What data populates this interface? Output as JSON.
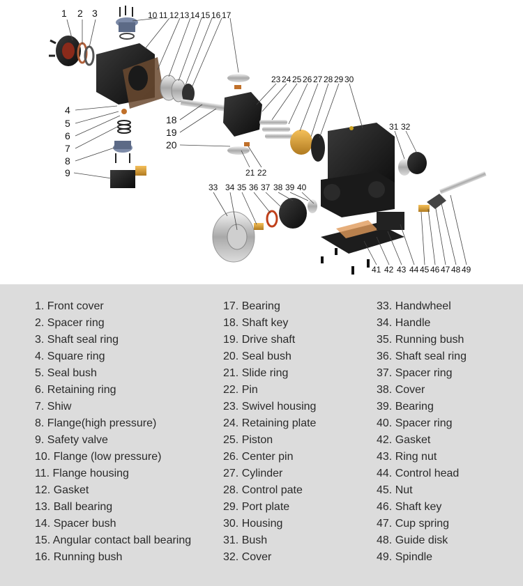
{
  "diagram": {
    "callouts": [
      "1",
      "2",
      "3",
      "4",
      "5",
      "6",
      "7",
      "8",
      "9",
      "10",
      "11",
      "12",
      "13",
      "14",
      "15",
      "16",
      "17",
      "18",
      "19",
      "20",
      "21",
      "22",
      "23",
      "24",
      "25",
      "26",
      "27",
      "28",
      "29",
      "30",
      "31",
      "32",
      "33",
      "34",
      "35",
      "36",
      "37",
      "38",
      "39",
      "40",
      "41",
      "42",
      "43",
      "44",
      "45",
      "46",
      "47",
      "48",
      "49"
    ]
  },
  "legend": {
    "columns": [
      [
        "1. Front cover",
        "2. Spacer ring",
        "3. Shaft seal ring",
        "4. Square ring",
        "5. Seal bush",
        "6. Retaining ring",
        "7. Shiw",
        "8. Flange(high pressure)",
        "9. Safety valve",
        "10. Flange (low pressure)",
        "11. Flange housing",
        "12. Gasket",
        "13. Ball bearing",
        "14. Spacer bush",
        "15. Angular contact ball bearing",
        "16. Running bush"
      ],
      [
        "17. Bearing",
        "18. Shaft key",
        "19. Drive shaft",
        "20. Seal bush",
        "21. Slide ring",
        "22. Pin",
        "23. Swivel housing",
        "24. Retaining plate",
        "25. Piston",
        "26. Center pin",
        "27. Cylinder",
        "28. Control pate",
        "29. Port plate",
        "30. Housing",
        "31. Bush",
        "32. Cover"
      ],
      [
        "33. Handwheel",
        "34. Handle",
        "35. Running bush",
        "36. Shaft seal ring",
        "37. Spacer ring",
        "38. Cover",
        "39. Bearing",
        "40. Spacer ring",
        "42. Gasket",
        "43. Ring nut",
        "44. Control head",
        "45. Nut",
        "46. Shaft key",
        "47. Cup spring",
        "48. Guide disk",
        "49. Spindle"
      ]
    ]
  }
}
